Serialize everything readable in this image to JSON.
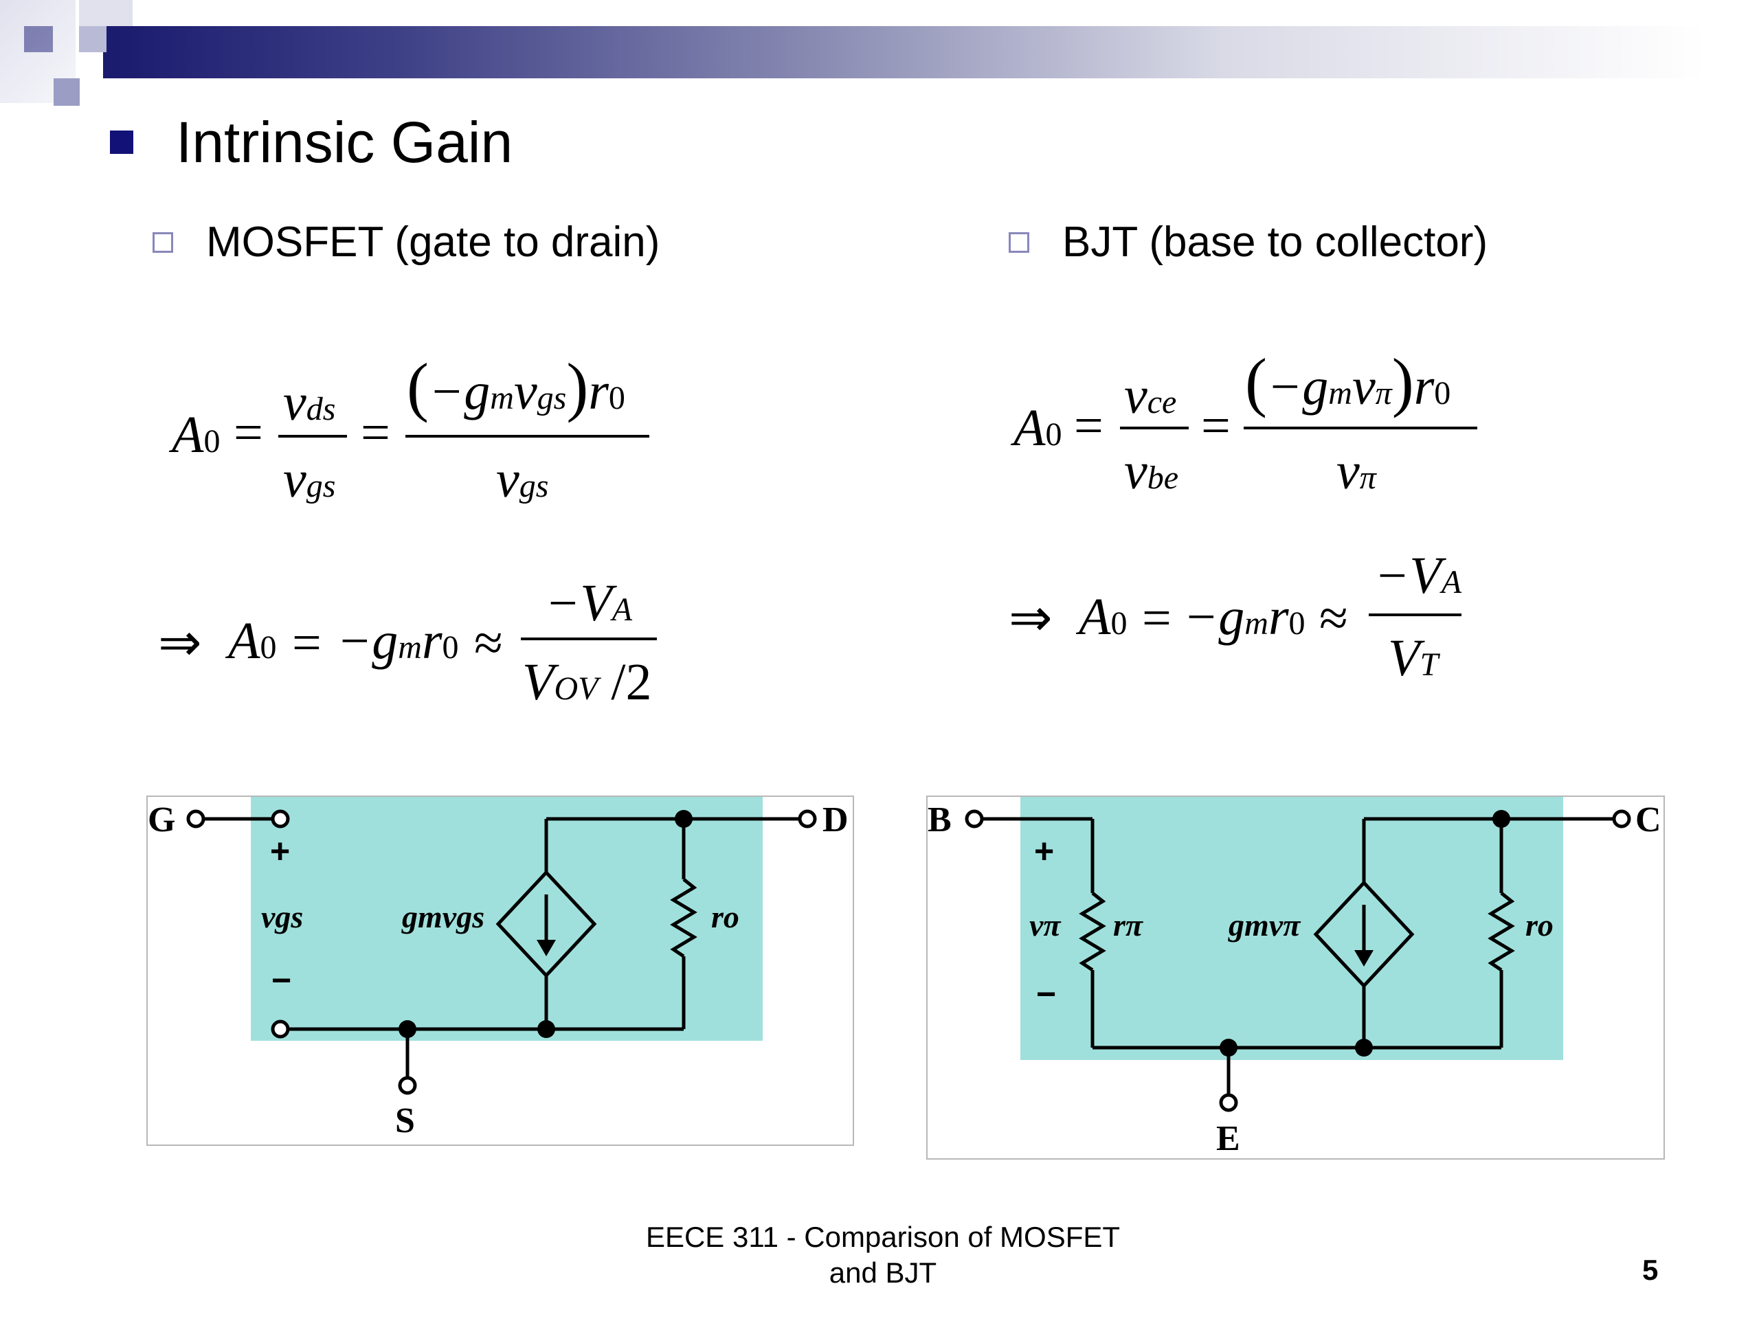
{
  "slide": {
    "title": "Intrinsic Gain",
    "mosfet_heading": "MOSFET (gate to drain)",
    "bjt_heading": "BJT (base to collector)",
    "footer_text": "EECE 311 - Comparison of MOSFET and BJT",
    "page_number": "5"
  },
  "colors": {
    "bullet": "#111177",
    "header_band_dark": "#1a1a6e",
    "circuit_fill": "#a0e0dc"
  },
  "mosfet_circuit": {
    "gate": "G",
    "drain": "D",
    "source": "S",
    "plus": "+",
    "minus": "−",
    "vgs_label": "vgs",
    "source_label": "gmvgs",
    "ro_label": "ro"
  },
  "bjt_circuit": {
    "base": "B",
    "collector": "C",
    "emitter": "E",
    "plus": "+",
    "minus": "−",
    "vpi_label": "vπ",
    "rpi_label": "rπ",
    "source_label": "gmvπ",
    "ro_label": "ro"
  }
}
